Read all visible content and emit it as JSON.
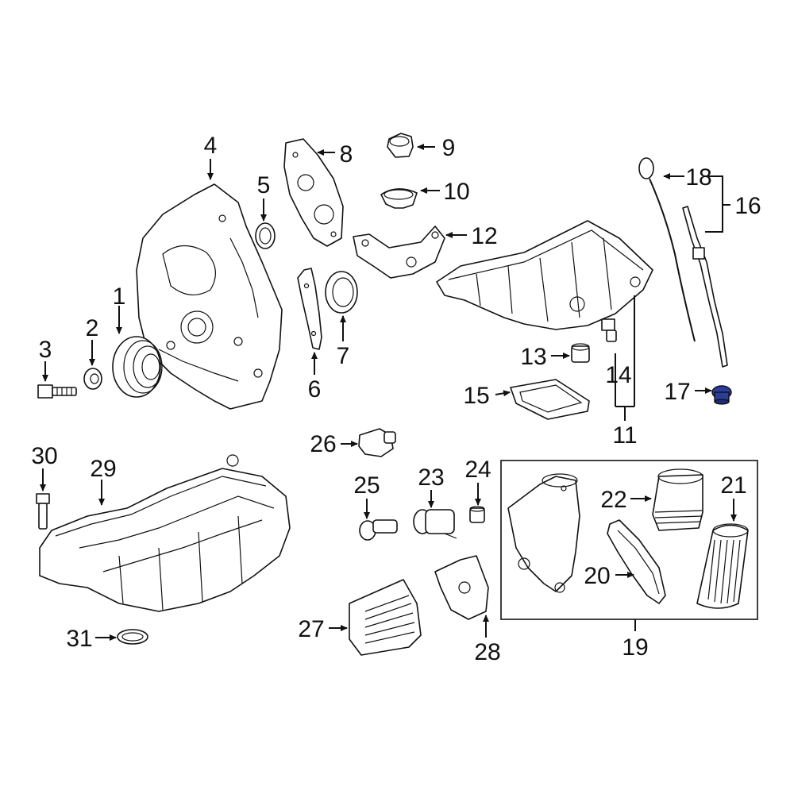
{
  "callouts": {
    "c1": "1",
    "c2": "2",
    "c3": "3",
    "c4": "4",
    "c5": "5",
    "c6": "6",
    "c7": "7",
    "c8": "8",
    "c9": "9",
    "c10": "10",
    "c11": "11",
    "c12": "12",
    "c13": "13",
    "c14": "14",
    "c15": "15",
    "c16": "16",
    "c17": "17",
    "c18": "18",
    "c19": "19",
    "c20": "20",
    "c21": "21",
    "c22": "22",
    "c23": "23",
    "c24": "24",
    "c25": "25",
    "c26": "26",
    "c27": "27",
    "c28": "28",
    "c29": "29",
    "c30": "30",
    "c31": "31"
  },
  "colors": {
    "line": "#111111",
    "background": "#ffffff",
    "highlight_part": "#2a3d9a"
  },
  "highlighted_part": "17"
}
